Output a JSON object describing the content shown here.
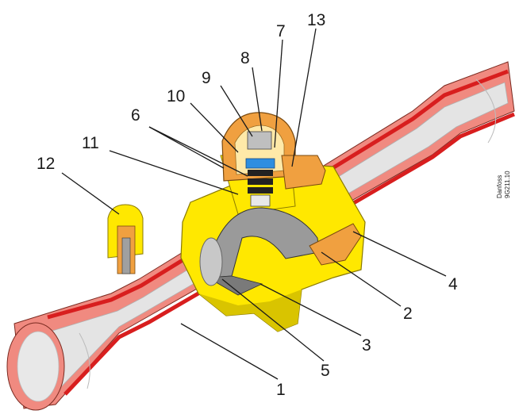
{
  "callouts": [
    {
      "id": "1",
      "text": "1"
    },
    {
      "id": "2",
      "text": "2"
    },
    {
      "id": "3",
      "text": "3"
    },
    {
      "id": "4",
      "text": "4"
    },
    {
      "id": "5",
      "text": "5"
    },
    {
      "id": "6",
      "text": "6"
    },
    {
      "id": "7",
      "text": "7"
    },
    {
      "id": "8",
      "text": "8"
    },
    {
      "id": "9",
      "text": "9"
    },
    {
      "id": "10",
      "text": "10"
    },
    {
      "id": "11",
      "text": "11"
    },
    {
      "id": "12",
      "text": "12"
    },
    {
      "id": "13",
      "text": "13"
    }
  ],
  "credit": {
    "line1": "Danfoss",
    "line2": "9G211.10"
  },
  "colors": {
    "pipe_outer": "#f08a80",
    "pipe_wall": "#d81e1e",
    "pipe_inner": "#e4e4e4",
    "body_yellow": "#ffe800",
    "body_shadow": "#c8b400",
    "brass_orange": "#f0a040",
    "ball_grey": "#9a9a9a",
    "stem_blue": "#2e8ee0"
  }
}
